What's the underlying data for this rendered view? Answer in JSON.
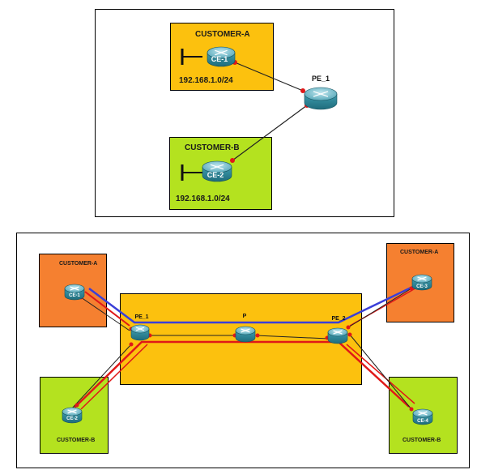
{
  "colors": {
    "customer_a_top": "#fcc10e",
    "customer_b_top": "#b4e21f",
    "customer_a_bottom": "#f58030",
    "customer_b_bottom": "#b4e21f",
    "provider_area": "#fcc10e",
    "blue_path": "#3a3fd8",
    "red_path": "#e01818",
    "link": "#222222",
    "port_dot": "#e01818",
    "router_body": "#2f8d9f"
  },
  "top_diagram": {
    "customer_a": {
      "label": "CUSTOMER-A",
      "router": "CE-1",
      "network": "192.168.1.0/24"
    },
    "customer_b": {
      "label": "CUSTOMER-B",
      "router": "CE-2",
      "network": "192.168.1.0/24"
    },
    "provider_router": "PE_1"
  },
  "bottom_diagram": {
    "site_a_left": {
      "label": "CUSTOMER-A",
      "router": "CE-1"
    },
    "site_b_left": {
      "label": "CUSTOMER-B",
      "router": "CE-2"
    },
    "site_a_right": {
      "label": "CUSTOMER-A",
      "router": "CE-3"
    },
    "site_b_right": {
      "label": "CUSTOMER-B",
      "router": "CE-4"
    },
    "pe1": "PE_1",
    "p": "P",
    "pe2": "PE_2"
  }
}
